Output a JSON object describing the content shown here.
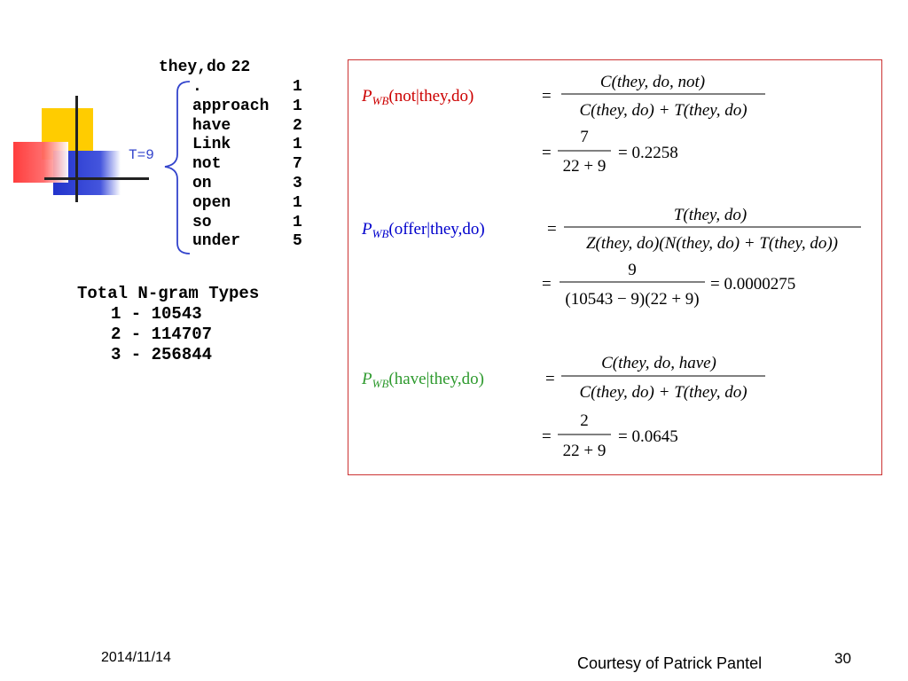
{
  "header": {
    "word": "they,do",
    "count": "22"
  },
  "t_label": "T=9",
  "words": [
    {
      "word": ".",
      "count": "1"
    },
    {
      "word": "approach",
      "count": "1"
    },
    {
      "word": "have",
      "count": "2"
    },
    {
      "word": "Link",
      "count": "1"
    },
    {
      "word": "not",
      "count": "7"
    },
    {
      "word": "on",
      "count": "3"
    },
    {
      "word": "open",
      "count": "1"
    },
    {
      "word": "so",
      "count": "1"
    },
    {
      "word": "under",
      "count": "5"
    }
  ],
  "totals": {
    "title": "Total N-gram Types",
    "items": [
      "1 - 10543",
      "2 - 114707",
      "3 - 256844"
    ]
  },
  "formulas": {
    "p_symbol": "P",
    "p_subscript": "WB",
    "not": {
      "label": "(not|they,do)",
      "color": "#cc0000",
      "numerator": "C(they, do, not)",
      "denominator": "C(they, do) + T(they, do)",
      "num2": "7",
      "den2": "22 + 9",
      "result": "= 0.2258"
    },
    "offer": {
      "label": "(offer|they,do)",
      "color": "#0000cc",
      "numerator": "T(they, do)",
      "denominator": "Z(they, do)(N(they, do) + T(they, do))",
      "num2": "9",
      "den2": "(10543 − 9)(22 + 9)",
      "result": "= 0.0000275"
    },
    "have": {
      "label": "(have|they,do)",
      "color": "#2e9a2e",
      "numerator": "C(they, do, have)",
      "denominator": "C(they, do) + T(they, do)",
      "num2": "2",
      "den2": "22 + 9",
      "result": "= 0.0645"
    },
    "eq": "="
  },
  "footer": {
    "date": "2014/11/14",
    "credit": "Courtesy of Patrick Pantel",
    "page": "30"
  }
}
